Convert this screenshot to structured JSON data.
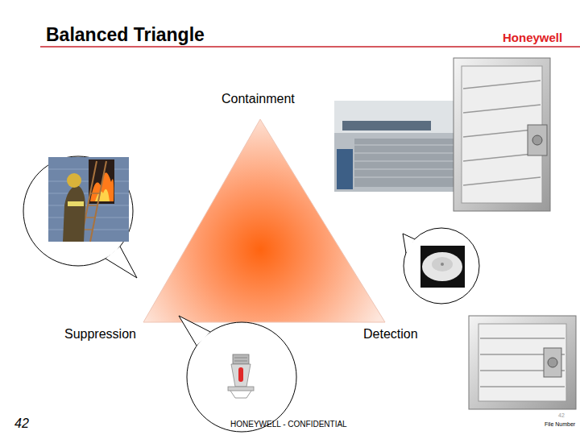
{
  "diagram": {
    "title": "Balanced Triangle",
    "labels": [
      "Honeywell",
      "Containment",
      "Suppression",
      "Detection",
      "42",
      "HONEYWELL - CONFIDENTIAL",
      "42",
      "File Number"
    ]
  }
}
